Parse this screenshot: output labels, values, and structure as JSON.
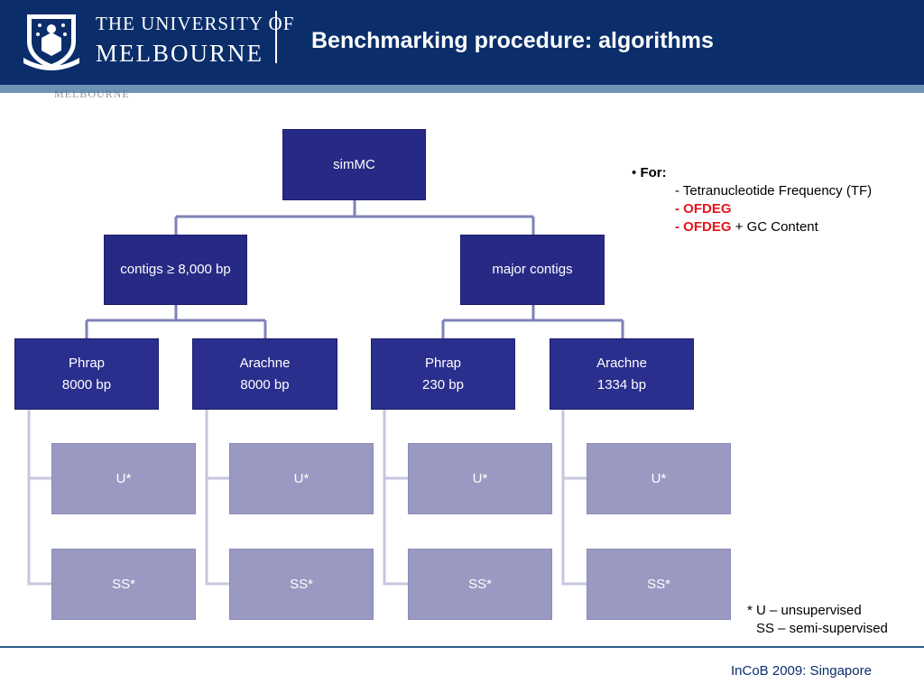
{
  "header": {
    "university_line1": "THE UNIVERSITY OF",
    "university_line2": "MELBOURNE",
    "title": "Benchmarking procedure: algorithms",
    "watermark": "MELBOURNE"
  },
  "colors": {
    "header_bg": "#0b2e6b",
    "header_band": "#6e94b5",
    "node_dark": "#262a85",
    "node_leaf": "#9999c2",
    "connector": "#7e82b8",
    "highlight_red": "#e8141c"
  },
  "diagram": {
    "root": {
      "label": "simMC"
    },
    "branches": [
      {
        "label": "contigs ≥ 8,000 bp",
        "children": [
          {
            "line1": "Phrap",
            "line2": "8000 bp",
            "leaves": [
              "U*",
              "SS*"
            ]
          },
          {
            "line1": "Arachne",
            "line2": "8000 bp",
            "leaves": [
              "U*",
              "SS*"
            ]
          }
        ]
      },
      {
        "label": "major contigs",
        "children": [
          {
            "line1": "Phrap",
            "line2": "230 bp",
            "leaves": [
              "U*",
              "SS*"
            ]
          },
          {
            "line1": "Arachne",
            "line2": "1334 bp",
            "leaves": [
              "U*",
              "SS*"
            ]
          }
        ]
      }
    ]
  },
  "notes": {
    "for_label": "For:",
    "bullet": "•",
    "items": [
      {
        "prefix": "- Tetranucleotide Frequency (TF)",
        "highlight": "",
        "suffix": ""
      },
      {
        "prefix": "",
        "highlight": "- OFDEG",
        "suffix": ""
      },
      {
        "prefix": "",
        "highlight": "- OFDEG",
        "suffix": " + GC Content"
      }
    ]
  },
  "legend": {
    "line1": "* U – unsupervised",
    "line2": "SS – semi-supervised"
  },
  "footer": {
    "text": "InCoB 2009: Singapore"
  }
}
